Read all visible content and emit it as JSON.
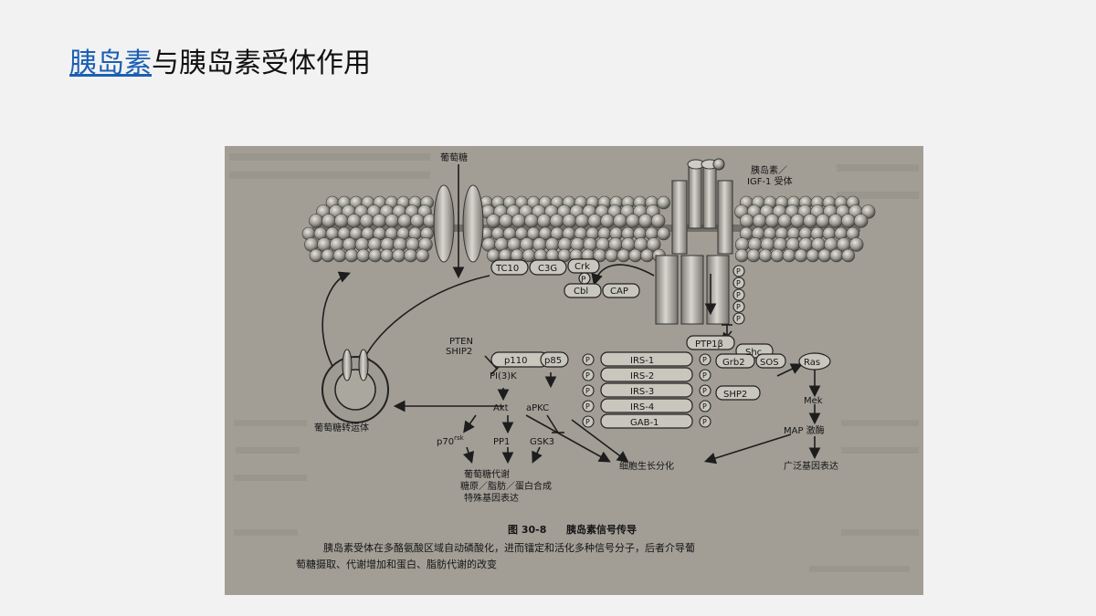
{
  "slide": {
    "title_link": "胰岛素",
    "title_rest": "与胰岛素受体作用"
  },
  "figure": {
    "labels": {
      "glucose": "葡萄糖",
      "receptor_line1": "胰岛素／",
      "receptor_line2": "IGF-1 受体",
      "tc10": "TC10",
      "c3g": "C3G",
      "crk": "Crk",
      "cbl": "Cbl",
      "cap": "CAP",
      "p": "P",
      "pten": "PTEN",
      "ship2": "SHIP2",
      "p110": "p110",
      "p85": "p85",
      "pi3k": "PI(3)K",
      "irs1": "IRS-1",
      "irs2": "IRS-2",
      "irs3": "IRS-3",
      "irs4": "IRS-4",
      "gab1": "GAB-1",
      "ptp1b": "PTP1β",
      "shc": "Shc",
      "grb2": "Grb2",
      "sos": "SOS",
      "ras": "Ras",
      "shp2": "SHP2",
      "mek": "Mek",
      "map_kinase": "MAP 激酶",
      "akt": "Akt",
      "apkc": "aPKC",
      "p70": "p70",
      "p70_sup": "rsk",
      "pp1": "PP1",
      "gsk3": "GSK3",
      "transporter": "葡萄糖转运体",
      "metab1": "葡萄糖代谢",
      "metab2": "糖原／脂肪／蛋白合成",
      "metab3": "特殊基因表达",
      "growth": "细胞生长分化",
      "gene_expr": "广泛基因表达",
      "fig_num": "图 30-8",
      "fig_title": "胰岛素信号传导",
      "caption1": "胰岛素受体在多酪氨酸区域自动磷酸化，进而镭定和活化多种信号分子，后者介导葡",
      "caption2": "萄糖摄取、代谢增加和蛋白、脂肪代谢的改变"
    }
  }
}
